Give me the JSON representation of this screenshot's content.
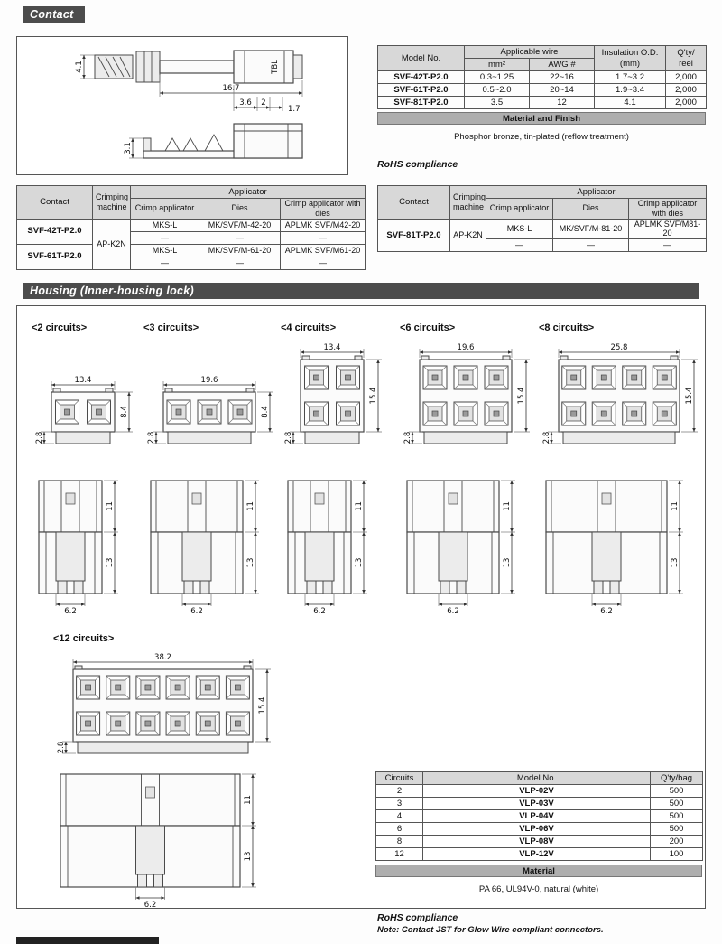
{
  "sections": {
    "contact": "Contact",
    "housing": "Housing (Inner-housing lock)"
  },
  "contact": {
    "drawing": {
      "dim_a": "4.1",
      "dim_len": "16.7",
      "dim_b": "3.6",
      "dim_c": "2",
      "dim_d": "1.7",
      "dim_e": "3.1",
      "marking": "TBL"
    },
    "spec": {
      "h_model": "Model No.",
      "h_wire": "Applicable wire",
      "h_mm2": "mm²",
      "h_awg": "AWG #",
      "h_ins": "Insulation O.D.\n(mm)",
      "h_qty": "Q'ty/\nreel",
      "rows": [
        {
          "model": "SVF-42T-P2.0",
          "mm2": "0.3~1.25",
          "awg": "22~16",
          "ins": "1.7~3.2",
          "qty": "2,000"
        },
        {
          "model": "SVF-61T-P2.0",
          "mm2": "0.5~2.0",
          "awg": "20~14",
          "ins": "1.9~3.4",
          "qty": "2,000"
        },
        {
          "model": "SVF-81T-P2.0",
          "mm2": "3.5",
          "awg": "12",
          "ins": "4.1",
          "qty": "2,000"
        }
      ]
    },
    "material_bar": "Material and Finish",
    "material": "Phosphor bronze, tin-plated (reflow treatment)",
    "rohs": "RoHS compliance",
    "app_h": {
      "contact": "Contact",
      "machine": "Crimping\nmachine",
      "applicator": "Applicator",
      "crimp": "Crimp applicator",
      "dies": "Dies",
      "withdies": "Crimp applicator with dies"
    },
    "left_table": {
      "machine": "AP-K2N",
      "g1": {
        "model": "SVF-42T-P2.0",
        "crimp": "MKS-L",
        "dies": "MK/SVF/M-42-20",
        "withdies": "APLMK SVF/M42-20",
        "dash": "—"
      },
      "g2": {
        "model": "SVF-61T-P2.0",
        "crimp": "MKS-L",
        "dies": "MK/SVF/M-61-20",
        "withdies": "APLMK SVF/M61-20",
        "dash": "—"
      }
    },
    "right_table": {
      "machine": "AP-K2N",
      "g1": {
        "model": "SVF-81T-P2.0",
        "crimp": "MKS-L",
        "dies": "MK/SVF/M-81-20",
        "withdies": "APLMK SVF/M81-20",
        "dash": "—"
      }
    }
  },
  "housing": {
    "variants": [
      {
        "label": "<2 circuits>",
        "cols": 2,
        "rows": 1,
        "wmm": 13.4,
        "w": "13.4",
        "h": "8.4",
        "flange": "2.8",
        "side_top": "11",
        "side_bot": "13",
        "pitch": "6.2"
      },
      {
        "label": "<3 circuits>",
        "cols": 3,
        "rows": 1,
        "wmm": 19.6,
        "w": "19.6",
        "h": "8.4",
        "flange": "2.8",
        "side_top": "11",
        "side_bot": "13",
        "pitch": "6.2"
      },
      {
        "label": "<4 circuits>",
        "cols": 2,
        "rows": 2,
        "wmm": 13.4,
        "w": "13.4",
        "h": "15.4",
        "flange": "2.8",
        "side_top": "11",
        "side_bot": "13",
        "pitch": "6.2"
      },
      {
        "label": "<6 circuits>",
        "cols": 3,
        "rows": 2,
        "wmm": 19.6,
        "w": "19.6",
        "h": "15.4",
        "flange": "2.8",
        "side_top": "11",
        "side_bot": "13",
        "pitch": "6.2"
      },
      {
        "label": "<8 circuits>",
        "cols": 4,
        "rows": 2,
        "wmm": 25.8,
        "w": "25.8",
        "h": "15.4",
        "flange": "2.8",
        "side_top": "11",
        "side_bot": "13",
        "pitch": "6.2"
      },
      {
        "label": "<12 circuits>",
        "cols": 6,
        "rows": 2,
        "wmm": 38.2,
        "w": "38.2",
        "h": "15.4",
        "flange": "2.8",
        "side_top": "11",
        "side_bot": "13",
        "pitch": "6.2"
      }
    ],
    "table": {
      "h": [
        "Circuits",
        "Model No.",
        "Q'ty/bag"
      ],
      "rows": [
        [
          "2",
          "VLP-02V",
          "500"
        ],
        [
          "3",
          "VLP-03V",
          "500"
        ],
        [
          "4",
          "VLP-04V",
          "500"
        ],
        [
          "6",
          "VLP-06V",
          "500"
        ],
        [
          "8",
          "VLP-08V",
          "200"
        ],
        [
          "12",
          "VLP-12V",
          "100"
        ]
      ]
    },
    "material_bar": "Material",
    "material": "PA 66, UL94V-0, natural (white)",
    "rohs": "RoHS compliance",
    "note": "Note: Contact JST for Glow Wire compliant connectors."
  }
}
